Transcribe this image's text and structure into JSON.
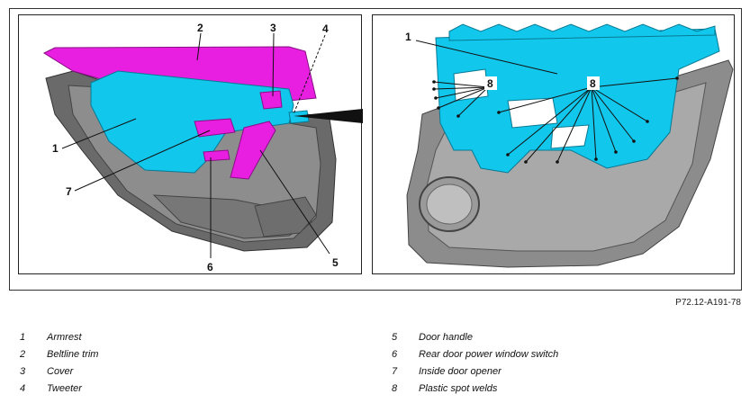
{
  "callouts": {
    "left": [
      "2",
      "3",
      "4",
      "1",
      "7",
      "6",
      "5"
    ],
    "right": [
      "1",
      "8",
      "8"
    ]
  },
  "figure_ref": "P72.12-A191-78",
  "legend": [
    {
      "num": "1",
      "label": "Armrest"
    },
    {
      "num": "2",
      "label": "Beltline trim"
    },
    {
      "num": "3",
      "label": "Cover"
    },
    {
      "num": "4",
      "label": "Tweeter"
    },
    {
      "num": "5",
      "label": "Door handle"
    },
    {
      "num": "6",
      "label": "Rear door power window switch"
    },
    {
      "num": "7",
      "label": "Inside door opener"
    },
    {
      "num": "8",
      "label": "Plastic spot welds"
    }
  ],
  "colors": {
    "magenta": "#e81ee0",
    "cyan": "#12c7ec",
    "grey": "#8c8c8c",
    "dark": "#5c5c5c"
  }
}
